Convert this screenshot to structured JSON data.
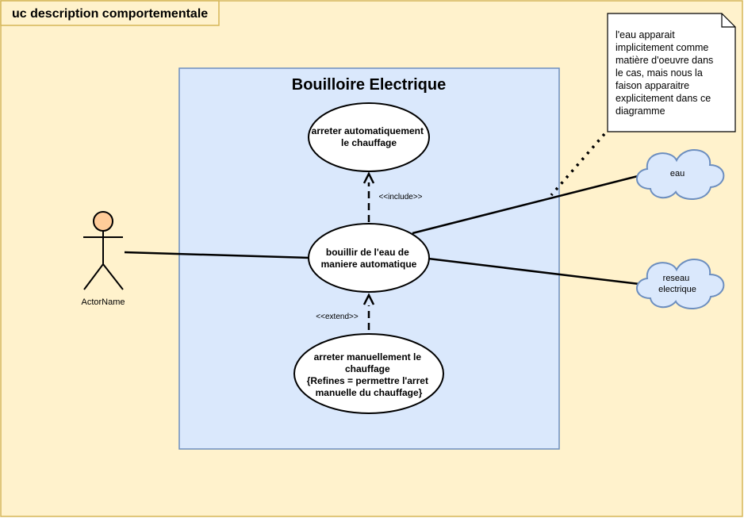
{
  "frame": {
    "title": "uc description comportementale"
  },
  "system": {
    "title": "Bouilloire Electrique"
  },
  "actor": {
    "name": "ActorName"
  },
  "use_cases": {
    "auto_stop": [
      "arreter automatiquement",
      "le chauffage"
    ],
    "boil": [
      "bouillir de l'eau de",
      "maniere automatique"
    ],
    "manual_stop": [
      "arreter manuellement le",
      "chauffage",
      "{Refines = permettre l'arret",
      "manuelle du chauffage}"
    ]
  },
  "relations": {
    "include": "<<include>>",
    "extend": "<<extend>>"
  },
  "clouds": {
    "water": [
      "eau"
    ],
    "network": [
      "reseau",
      "electrique"
    ]
  },
  "note": {
    "lines": [
      "l'eau apparait",
      "implicitement comme",
      "matière d'oeuvre dans",
      "le cas, mais nous la",
      "faison apparaitre",
      "explicitement dans ce",
      "diagramme"
    ]
  },
  "colors": {
    "frame_fill": "#fff2cc",
    "frame_border": "#d6b656",
    "system_fill": "#dae8fc",
    "system_border": "#6c8ebf",
    "actor_head": "#ffcc99",
    "cloud_fill": "#dae8fc",
    "cloud_border": "#6c8ebf"
  }
}
